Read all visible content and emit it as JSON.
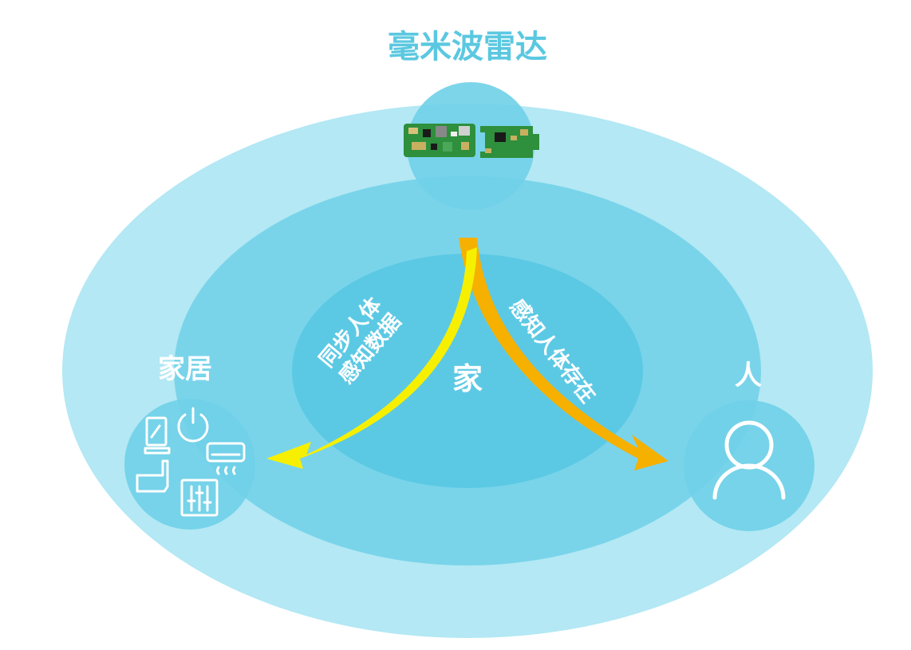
{
  "title": "毫米波雷达",
  "nodes": {
    "home_appliances": {
      "label": "家居"
    },
    "home": {
      "label": "家"
    },
    "person": {
      "label": "人"
    }
  },
  "arrows": {
    "left": {
      "line1": "同步人体",
      "line2": "感知数据"
    },
    "right": {
      "label": "感知人体存在"
    }
  },
  "colors": {
    "title": "#5bc8e0",
    "outer_ellipse": "#b3e8f4",
    "middle_ellipse": "#79d4ea",
    "inner_ellipse": "#5cc9e4",
    "circle": "#6fd0e8",
    "arrow_left": "#f6f000",
    "arrow_right": "#f5b000",
    "label": "#ffffff",
    "board": "#2e8f3c"
  },
  "icons": [
    "radar-board-icon",
    "mirror-icon",
    "power-icon",
    "air-conditioner-icon",
    "toilet-icon",
    "control-panel-icon",
    "person-icon"
  ]
}
